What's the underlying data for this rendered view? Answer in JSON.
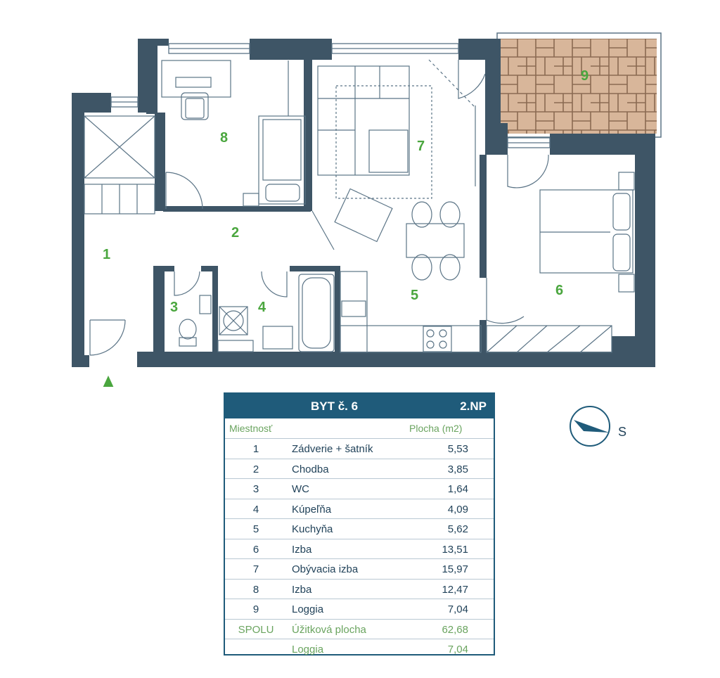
{
  "plan": {
    "rooms": [
      {
        "num": "1"
      },
      {
        "num": "2"
      },
      {
        "num": "3"
      },
      {
        "num": "4"
      },
      {
        "num": "5"
      },
      {
        "num": "6"
      },
      {
        "num": "7"
      },
      {
        "num": "8"
      },
      {
        "num": "9"
      }
    ],
    "colors": {
      "wall": "#3e5566",
      "line": "#5b7486",
      "loggia_floor": "#d8b69a",
      "loggia_lines": "#8a6a52",
      "accent": "#4aa63e"
    }
  },
  "legend": {
    "title": "BYT č. 6",
    "floor": "2.NP",
    "col_room": "Miestnosť",
    "col_area": "Plocha (m2)",
    "rows": [
      {
        "n": "1",
        "name": "Zádverie + šatník",
        "area": "5,53"
      },
      {
        "n": "2",
        "name": "Chodba",
        "area": "3,85"
      },
      {
        "n": "3",
        "name": "WC",
        "area": "1,64"
      },
      {
        "n": "4",
        "name": "Kúpeľňa",
        "area": "4,09"
      },
      {
        "n": "5",
        "name": "Kuchyňa",
        "area": "5,62"
      },
      {
        "n": "6",
        "name": "Izba",
        "area": "13,51"
      },
      {
        "n": "7",
        "name": "Obývacia izba",
        "area": "15,97"
      },
      {
        "n": "8",
        "name": "Izba",
        "area": "12,47"
      },
      {
        "n": "9",
        "name": "Loggia",
        "area": "7,04"
      },
      {
        "n": "SPOLU",
        "name": "Úžitková plocha",
        "area": "62,68"
      },
      {
        "n": "",
        "name": "Loggia",
        "area": "7,04"
      }
    ],
    "colors": {
      "header_bg": "#1f5b7a",
      "label_green": "#6aa45f",
      "text": "#22435a"
    }
  },
  "compass": {
    "label": "S"
  }
}
